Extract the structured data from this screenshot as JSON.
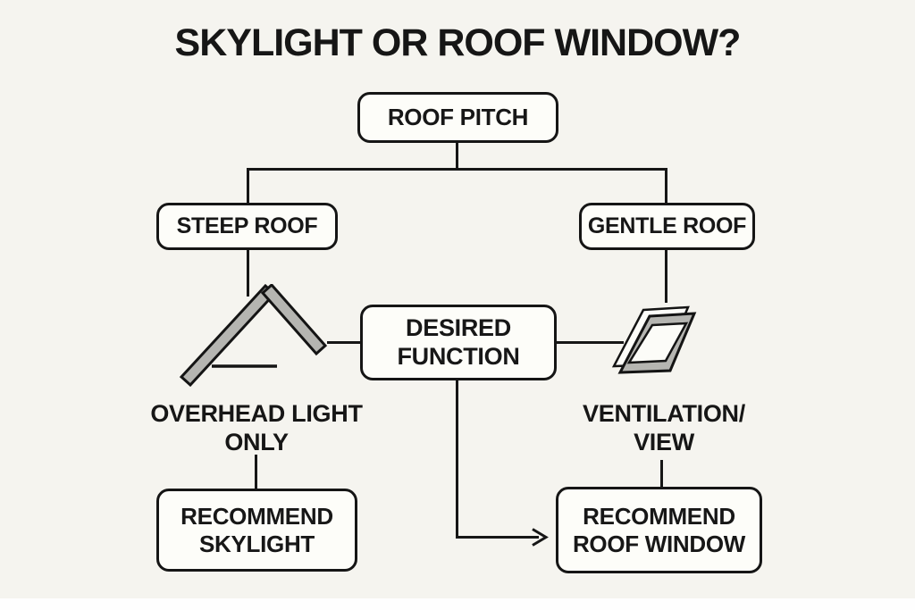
{
  "title": "SKYLIGHT OR ROOF WINDOW?",
  "nodes": {
    "roof_pitch": "ROOF PITCH",
    "steep_roof": "STEEP ROOF",
    "gentle_roof": "GENTLE ROOF",
    "desired_function": "DESIRED\nFUNCTION",
    "overhead_light_only": "OVERHEAD LIGHT\nONLY",
    "ventilation_view": "VENTILATION/\nVIEW",
    "recommend_skylight": "RECOMMEND\nSKYLIGHT",
    "recommend_roof_window": "RECOMMEND\nROOF WINDOW"
  },
  "icons": {
    "left": "steep-roof-icon",
    "right": "roof-window-icon"
  },
  "edges": [
    {
      "from": "ROOF PITCH",
      "to": "STEEP ROOF"
    },
    {
      "from": "ROOF PITCH",
      "to": "GENTLE ROOF"
    },
    {
      "from": "STEEP ROOF",
      "to": "steep-roof-icon"
    },
    {
      "from": "GENTLE ROOF",
      "to": "roof-window-icon"
    },
    {
      "from": "steep-roof-icon",
      "to": "DESIRED FUNCTION"
    },
    {
      "from": "DESIRED FUNCTION",
      "to": "roof-window-icon"
    },
    {
      "from": "OVERHEAD LIGHT ONLY",
      "to": "RECOMMEND SKYLIGHT"
    },
    {
      "from": "VENTILATION/VIEW",
      "to": "RECOMMEND ROOF WINDOW"
    },
    {
      "from": "DESIRED FUNCTION",
      "to": "RECOMMEND ROOF WINDOW",
      "style": "arrow"
    }
  ],
  "colors": {
    "background": "#f5f4ef",
    "box_fill": "#fdfdf9",
    "line": "#161616",
    "icon_gray": "#b5b5b1",
    "text": "#171717"
  }
}
